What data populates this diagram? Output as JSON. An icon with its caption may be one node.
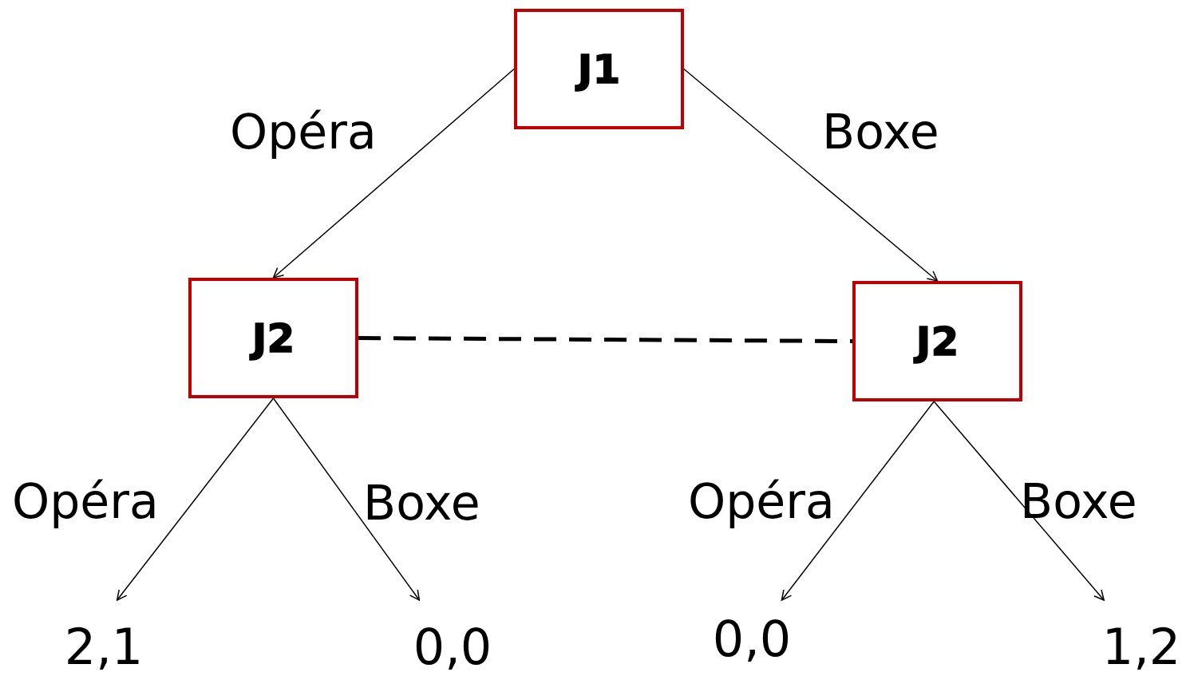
{
  "diagram": {
    "nodes": [
      {
        "text": [
          "J1"
        ]
      },
      {
        "text": [
          "J2"
        ]
      },
      {
        "text": [
          "J2"
        ]
      },
      {
        "text": [
          "2,1"
        ]
      },
      {
        "text": [
          "0,0"
        ]
      },
      {
        "text": [
          "0,0"
        ]
      },
      {
        "text": [
          "1,2"
        ]
      }
    ],
    "edges": [
      {
        "from": 0,
        "to": 1,
        "arrow": "to",
        "label": "Opéra"
      },
      {
        "from": 0,
        "to": 2,
        "arrow": "to",
        "label": "Boxe"
      },
      {
        "from": 1,
        "to": 2,
        "arrow": "none",
        "style": "dashed"
      },
      {
        "from": 1,
        "to": 3,
        "arrow": "to",
        "label": "Opéra"
      },
      {
        "from": 1,
        "to": 4,
        "arrow": "to",
        "label": "Boxe"
      },
      {
        "from": 2,
        "to": 5,
        "arrow": "to",
        "label": "Opéra"
      },
      {
        "from": 2,
        "to": 6,
        "arrow": "to",
        "label": "Boxe"
      }
    ]
  }
}
